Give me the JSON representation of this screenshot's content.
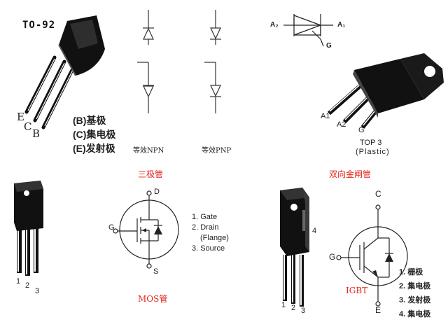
{
  "to92": {
    "title": "TO-92",
    "pins": [
      "E",
      "C",
      "B"
    ],
    "legend": [
      "(B)基极",
      "(C)集电极",
      "(E)发射极"
    ]
  },
  "transistor_equivalents": {
    "npn_label": "等效NPN",
    "pnp_label": "等效PNP",
    "caption": "三极管"
  },
  "triac": {
    "terminals": {
      "a2": "A₂",
      "a1": "A₁",
      "g": "G"
    },
    "package_pins": [
      "A1",
      "A2",
      "G"
    ],
    "package_name": "TOP 3",
    "package_note": "(Plastic)",
    "caption": "双向金闸管"
  },
  "mos": {
    "package_pins": [
      "1",
      "2",
      "3"
    ],
    "terminals": {
      "d": "D",
      "g": "G",
      "s": "S"
    },
    "pin_list": [
      "1. Gate",
      "2. Drain",
      "(Flange)",
      "3. Source"
    ],
    "caption": "MOS管"
  },
  "igbt": {
    "package_pins": [
      "1",
      "2",
      "3"
    ],
    "tab_pin": "4",
    "terminals": {
      "c": "C",
      "g": "G",
      "e": "E"
    },
    "caption": "IGBT",
    "pin_list": [
      "1.  栅极",
      "2.  集电极",
      "3.  发射极",
      "4.  集电极"
    ]
  }
}
